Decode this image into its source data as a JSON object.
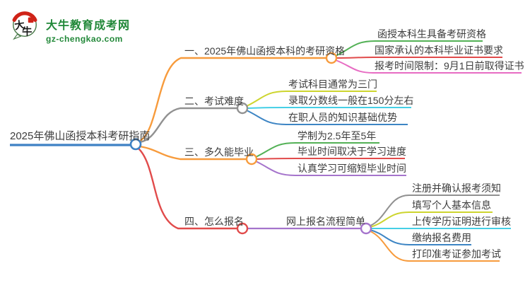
{
  "logo": {
    "title": "大牛教育成考网",
    "domain": "gz-chengkao.com",
    "icon_chars": [
      "大",
      "牛"
    ]
  },
  "root": {
    "label": "2025年佛山函授本科考研指南",
    "color": "#3e81c4"
  },
  "branches": [
    {
      "label": "一、2025年佛山函授本科的考研资格",
      "color": "#f79b3c",
      "children": [
        {
          "label": "函授本科生具备考研资格",
          "color": "#53b156"
        },
        {
          "label": "国家承认的本科毕业证书要求",
          "color": "#e14b4b"
        },
        {
          "label": "报考时间限制：9月1日前取得证书",
          "color": "#e76cc3"
        }
      ]
    },
    {
      "label": "二、考试难度",
      "color": "#919191",
      "children": [
        {
          "label": "考试科目通常为三门",
          "color": "#cdd52f"
        },
        {
          "label": "录取分数线一般在150分左右",
          "color": "#45cfe6"
        },
        {
          "label": "在职人员的知识基础优势",
          "color": "#3d85c4"
        }
      ]
    },
    {
      "label": "三、多久能毕业",
      "color": "#f79b3c",
      "children": [
        {
          "label": "学制为2.5年至5年",
          "color": "#53b156"
        },
        {
          "label": "毕业时间取决于学习进度",
          "color": "#e14b4b"
        },
        {
          "label": "认真学习可缩短毕业时间",
          "color": "#a574cc"
        }
      ]
    },
    {
      "label": "四、怎么报名",
      "color": "#e14b4b",
      "children": [
        {
          "label": "网上报名流程简单",
          "color": "#a574cc",
          "children": [
            {
              "label": "注册并确认报考须知",
              "color": "#919191"
            },
            {
              "label": "填写个人基本信息",
              "color": "#cdd52f"
            },
            {
              "label": "上传学历证明进行审核",
              "color": "#45cfe6"
            },
            {
              "label": "缴纳报名费用",
              "color": "#3d85c4"
            },
            {
              "label": "打印准考证参加考试",
              "color": "#f79b3c"
            }
          ]
        }
      ]
    }
  ],
  "palette": {
    "root_blue": "#3e81c4",
    "logo_green": "#218838",
    "seal_red": "#cf2318",
    "text": "#3d3d3d"
  }
}
